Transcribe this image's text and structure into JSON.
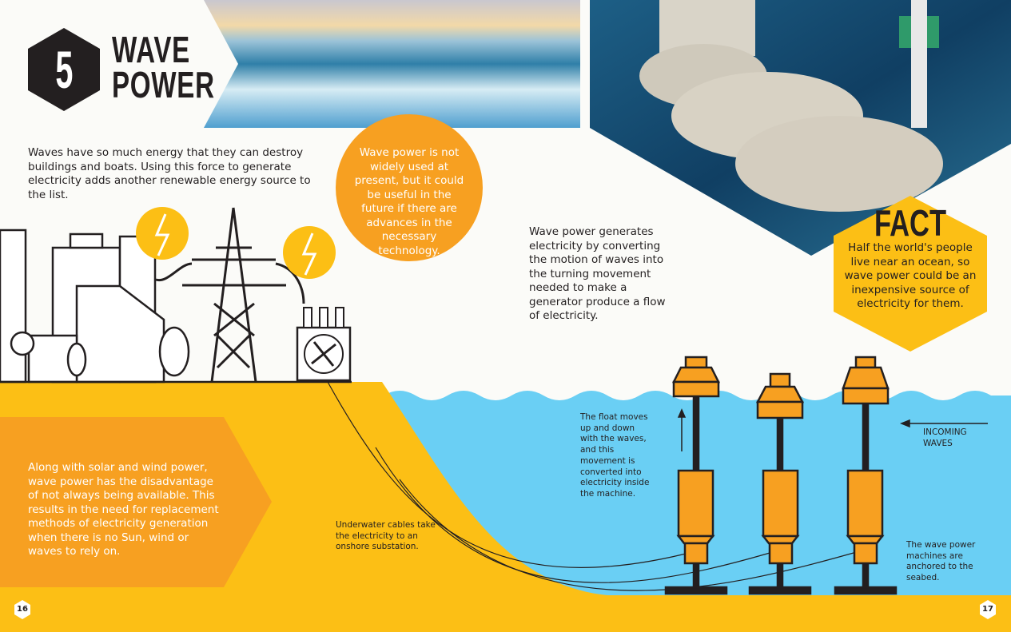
{
  "chapter": {
    "number": "5",
    "title_line1": "WAVE",
    "title_line2": "POWER"
  },
  "intro": "Waves have so much energy that they can destroy buildings and boats. Using this force to generate electricity adds another renewable energy source to the list.",
  "circle_callout": "Wave power is not widely used at present, but it could be useful in the future if there are advances in the necessary technology.",
  "explanation": "Wave power generates electricity by converting the motion of waves into the turning movement needed to make a generator produce a flow of electricity.",
  "fact": {
    "heading": "FACT",
    "text": "Half the world's people live near an ocean, so wave power could be an inexpensive source of electricity for them."
  },
  "disadvantage": "Along with solar and wind power, wave power has the disadvantage of not always being available. This results in the need for replacement methods of electricity generation when there is no Sun, wind or waves to rely on.",
  "labels": {
    "cables": "Underwater cables take the electricity to an onshore substation.",
    "float": "The float moves up and down with the waves, and this movement is converted into electricity inside the machine.",
    "incoming": "INCOMING WAVES",
    "anchored": "The wave power machines are anchored to the seabed."
  },
  "pages": {
    "left": "16",
    "right": "17"
  },
  "colors": {
    "orange": "#f7a021",
    "yellow": "#fcbf15",
    "sea": "#6acff4",
    "dark": "#231f20"
  }
}
